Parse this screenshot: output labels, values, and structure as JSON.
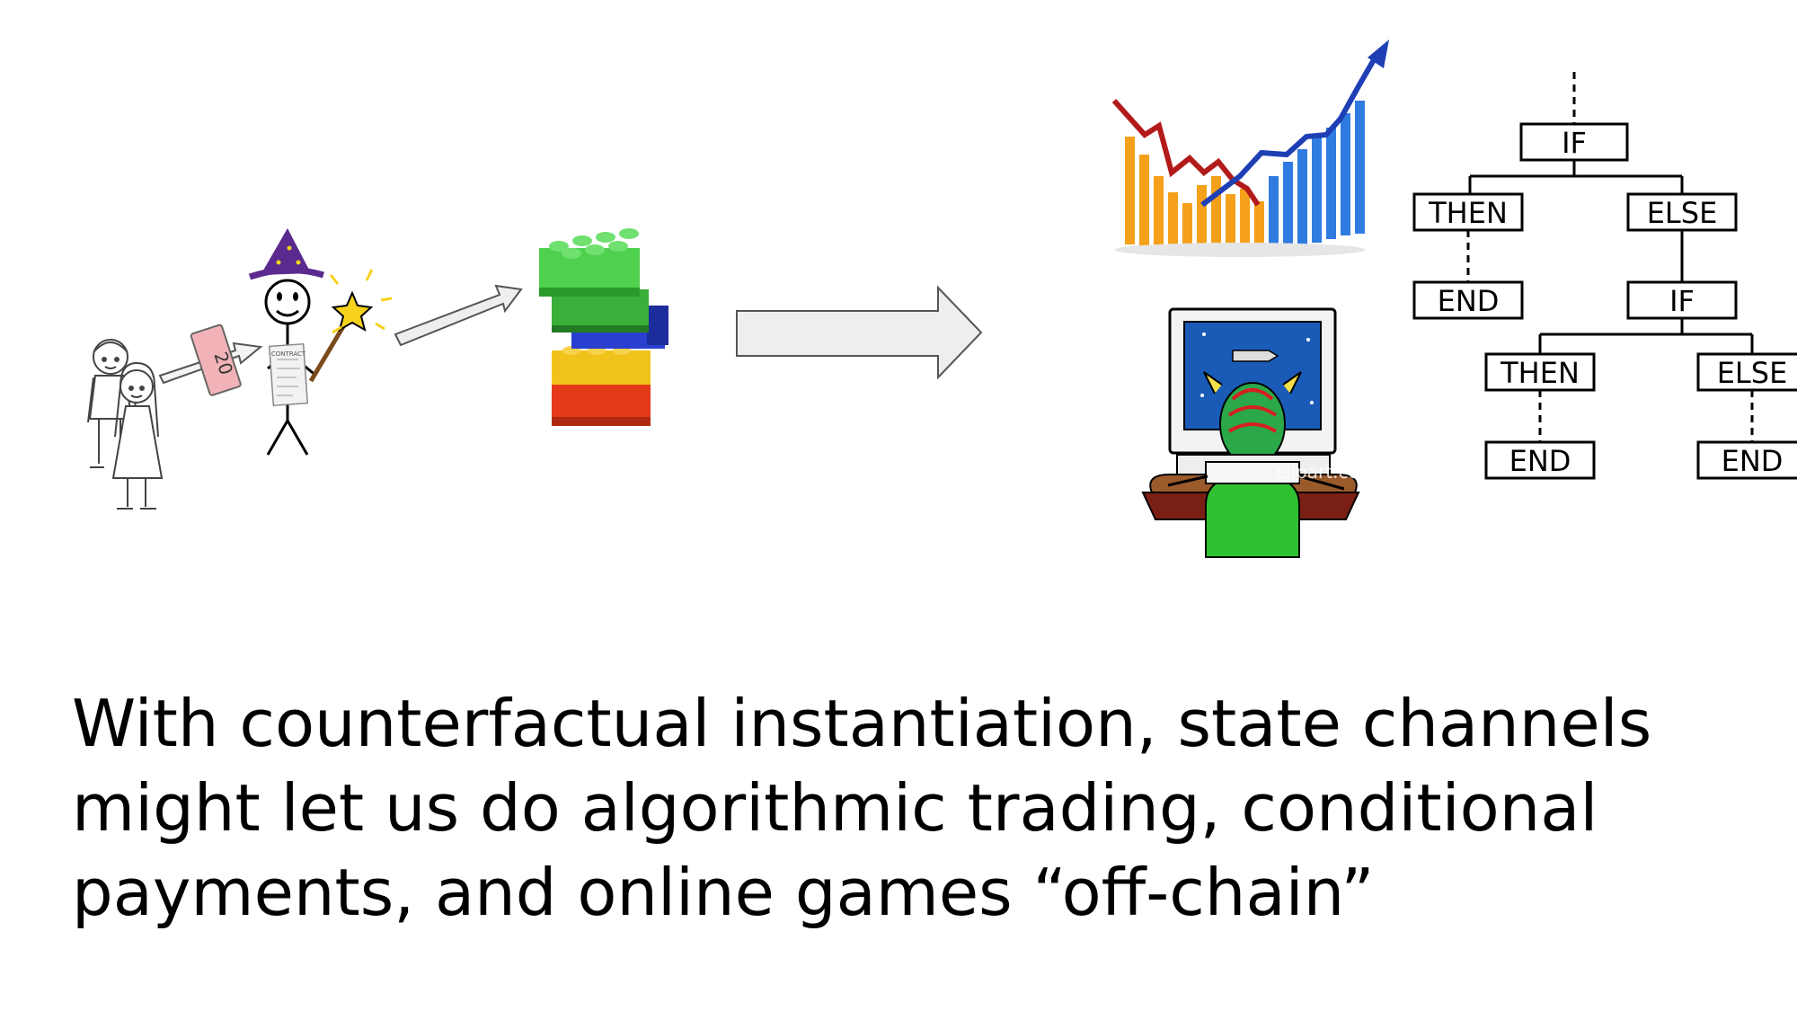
{
  "caption": {
    "lines": [
      "With counterfactual instantiation, state channels",
      "might let us do algorithmic trading, conditional",
      "payments, and online games “off-chain”"
    ]
  },
  "decision_tree": {
    "nodes": [
      "IF",
      "THEN",
      "ELSE",
      "END",
      "IF",
      "THEN",
      "ELSE",
      "END",
      "END"
    ]
  },
  "money_note_label": "20",
  "contract_label": "CONTRACT",
  "clipart_watermark": "clipart.com",
  "colors": {
    "trend_up": "#1f3fb5",
    "trend_down": "#b31b1b",
    "bars_orange": "#f5a01a",
    "bars_blue": "#2f7be0",
    "block_green": "#3ab03a",
    "block_blue": "#2a3fd0",
    "block_yellow": "#f2c21c",
    "block_red": "#e53a1a",
    "wizard_hat": "#5b2a8e",
    "arrow_fill": "#eeeeee"
  }
}
